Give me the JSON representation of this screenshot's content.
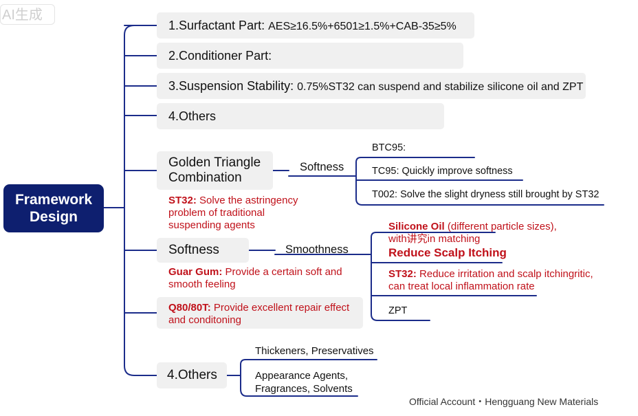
{
  "watermark": "AI生成",
  "root": {
    "line1": "Framework",
    "line2": "Design"
  },
  "branches": {
    "surfactant": {
      "title": "1.Surfactant Part:",
      "detail": "AES≥16.5%+6501≥1.5%+CAB-35≥5%"
    },
    "conditioner": {
      "title": "2.Conditioner Part:"
    },
    "suspension": {
      "title": "3.Suspension Stability:",
      "detail": "0.75%ST32 can suspend and stabilize silicone oil and ZPT"
    },
    "others_top": {
      "title": "4.Others"
    }
  },
  "golden_triangle": {
    "title_line1": "Golden Triangle",
    "title_line2": "Combination",
    "connector": "Softness",
    "leaves": [
      "BTC95:",
      "TC95: Quickly improve softness",
      "T002: Solve the slight dryness still brought by ST32"
    ],
    "note_key": "ST32:",
    "note_text": "Solve the astringency problem of traditional suspending agents"
  },
  "softness": {
    "title": "Softness",
    "connector": "Smoothness",
    "silicone_key": "Silicone Oil",
    "silicone_text": "(different particle sizes), with讲究in matching",
    "reduce_itching": "Reduce Scalp Itching",
    "st32_key": "ST32:",
    "st32_text": "Reduce irritation and scalp itchingritic, can treat local inflammation rate",
    "zpt": "ZPT",
    "guar_key": "Guar Gum:",
    "guar_text": "Provide a certain soft and smooth feeling",
    "q80_key": "Q80/80T:",
    "q80_text": "Provide excellent repair effect and conditoning"
  },
  "others_bottom": {
    "title": "4.Others",
    "leaves": [
      "Thickeners, Preservatives",
      "Appearance Agents, Fragrances, Solvents"
    ]
  },
  "footer": "Official Account・Hengguang New Materials",
  "colors": {
    "line": "#1b2c8a",
    "root_bg": "#0e1f6f",
    "accent_red": "#c0111a",
    "pill_bg": "#f0f0f0"
  }
}
